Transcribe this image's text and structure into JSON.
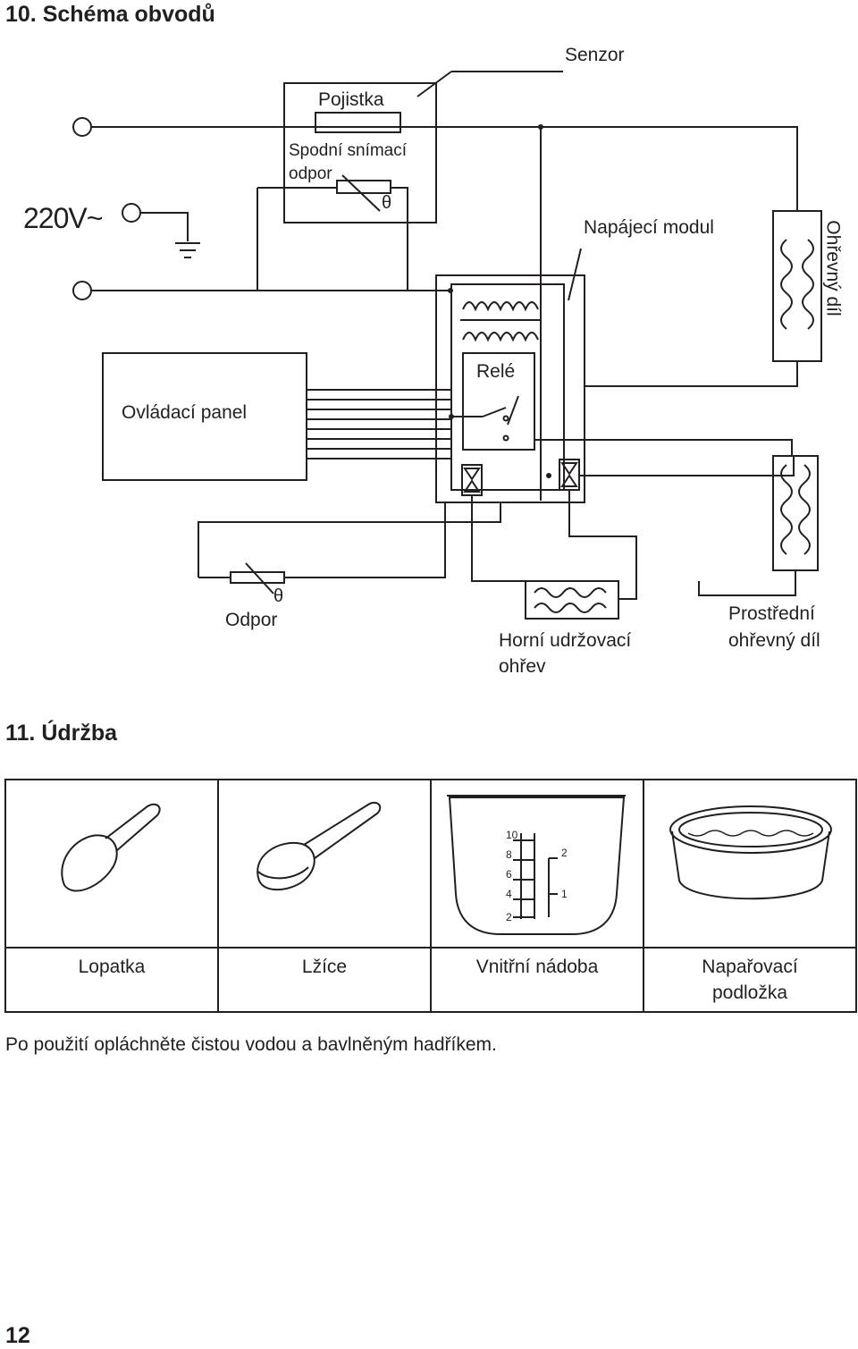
{
  "section10": {
    "title": "10. Schéma obvodů",
    "labels": {
      "sensor": "Senzor",
      "fuse": "Pojistka",
      "bottom_sensor_1": "Spodní snímací",
      "bottom_sensor_2": "odpor",
      "voltage": "220V~",
      "power_module": "Napájecí modul",
      "heating_part": "Ohřevný díl",
      "relay": "Relé",
      "control_panel": "Ovládací panel",
      "resistor": "Odpor",
      "theta": "θ",
      "top_heating_1": "Horní udržovací",
      "top_heating_2": "ohřev",
      "middle_heating_1": "Prostřední",
      "middle_heating_2": "ohřevný díl"
    }
  },
  "section11": {
    "title": "11. Údržba",
    "items": [
      {
        "label": "Lopatka",
        "icon": "rice-paddle-icon"
      },
      {
        "label": "Lžíce",
        "icon": "ladle-icon"
      },
      {
        "label": "Vnitřní nádoba",
        "icon": "inner-pot-icon"
      },
      {
        "label_1": "Napařovací",
        "label_2": "podložka",
        "icon": "steam-tray-icon"
      }
    ],
    "pot_marks": {
      "left": [
        "10",
        "8",
        "6",
        "4",
        "2"
      ],
      "right": [
        "2",
        "1"
      ]
    },
    "instruction": "Po použití opláchněte čistou vodou a bavlněným hadříkem."
  },
  "page_number": "12"
}
